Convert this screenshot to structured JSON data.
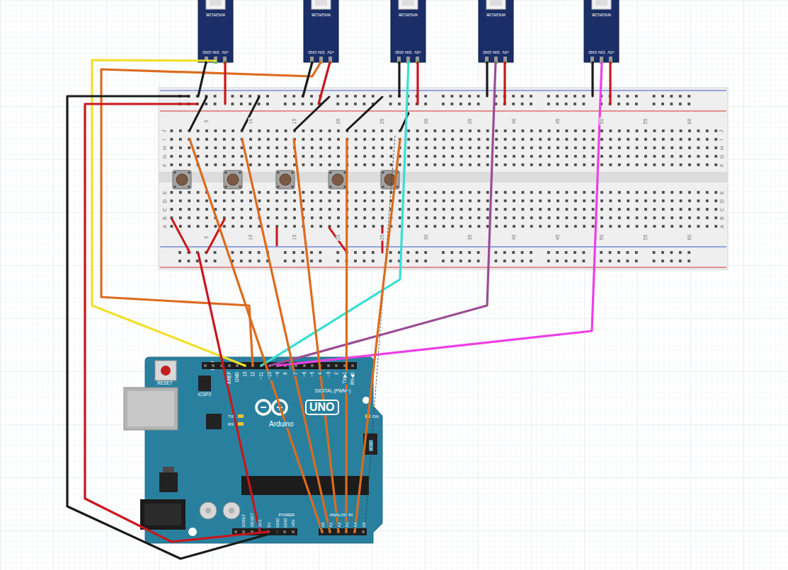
{
  "diagram": {
    "nodes": [
      {
        "text": [
          "WS2812B",
          "GND",
          "DIN",
          "+5V"
        ]
      },
      {
        "text": [
          "WS2812B",
          "GND",
          "DIN",
          "+5V"
        ]
      },
      {
        "text": [
          "WS2812B",
          "GND",
          "DIN",
          "+5V"
        ]
      },
      {
        "text": [
          "WS2812B",
          "GND",
          "DIN",
          "+5V"
        ]
      },
      {
        "text": [
          "WS2812B",
          "GND",
          "DIN",
          "+5V"
        ]
      },
      {
        "text": [
          "5",
          "10",
          "15",
          "20",
          "25",
          "30",
          "35",
          "40",
          "45",
          "50",
          "55",
          "60",
          "5",
          "10",
          "15",
          "20",
          "25",
          "30",
          "35",
          "40",
          "45",
          "50",
          "55",
          "60",
          "J",
          "I",
          "H",
          "G",
          "F",
          "E",
          "D",
          "C",
          "B",
          "A",
          "J",
          "I",
          "H",
          "G",
          "F",
          "E",
          "D",
          "C",
          "B",
          "A"
        ]
      },
      {
        "text": [
          "RESET",
          "ICSP2",
          "AREF",
          "GND",
          "13",
          "12",
          "~11",
          "~10",
          "~9",
          "8",
          "7",
          "~6",
          "~5",
          "4",
          "~3",
          "2",
          "TX▶1",
          "RX◀0",
          "DIGITAL (PWM~)",
          "TX",
          "RX",
          "UNO",
          "Arduino",
          "ON",
          "ICSP",
          "IOREF",
          "RESET",
          "3V3",
          "5V",
          "GND",
          "GND",
          "VIN",
          "POWER",
          "ANALOG IN",
          "A0",
          "A1",
          "A2",
          "A3",
          "A4",
          "A5"
        ]
      }
    ],
    "edges": [
      {
        "from": 0,
        "to": 6,
        "arrow": "none"
      },
      {
        "from": 1,
        "to": 6,
        "arrow": "none"
      },
      {
        "from": 2,
        "to": 6,
        "arrow": "none"
      },
      {
        "from": 3,
        "to": 6,
        "arrow": "none"
      },
      {
        "from": 4,
        "to": 6,
        "arrow": "none"
      },
      {
        "from": 0,
        "to": 5,
        "arrow": "none"
      },
      {
        "from": 0,
        "to": 5,
        "arrow": "none"
      },
      {
        "from": 1,
        "to": 5,
        "arrow": "none"
      },
      {
        "from": 1,
        "to": 5,
        "arrow": "none"
      },
      {
        "from": 2,
        "to": 5,
        "arrow": "none"
      },
      {
        "from": 2,
        "to": 5,
        "arrow": "none"
      },
      {
        "from": 3,
        "to": 5,
        "arrow": "none"
      },
      {
        "from": 3,
        "to": 5,
        "arrow": "none"
      },
      {
        "from": 4,
        "to": 5,
        "arrow": "none"
      },
      {
        "from": 4,
        "to": 5,
        "arrow": "none"
      },
      {
        "from": 6,
        "to": 5,
        "arrow": "none"
      },
      {
        "from": 6,
        "to": 5,
        "arrow": "none"
      },
      {
        "from": 6,
        "to": 5,
        "arrow": "none"
      },
      {
        "from": 6,
        "to": 5,
        "arrow": "none"
      },
      {
        "from": 6,
        "to": 5,
        "arrow": "none"
      },
      {
        "from": 6,
        "to": 5,
        "arrow": "none"
      },
      {
        "from": 6,
        "to": 5,
        "arrow": "none"
      },
      {
        "from": 6,
        "to": 5,
        "arrow": "none"
      }
    ]
  }
}
